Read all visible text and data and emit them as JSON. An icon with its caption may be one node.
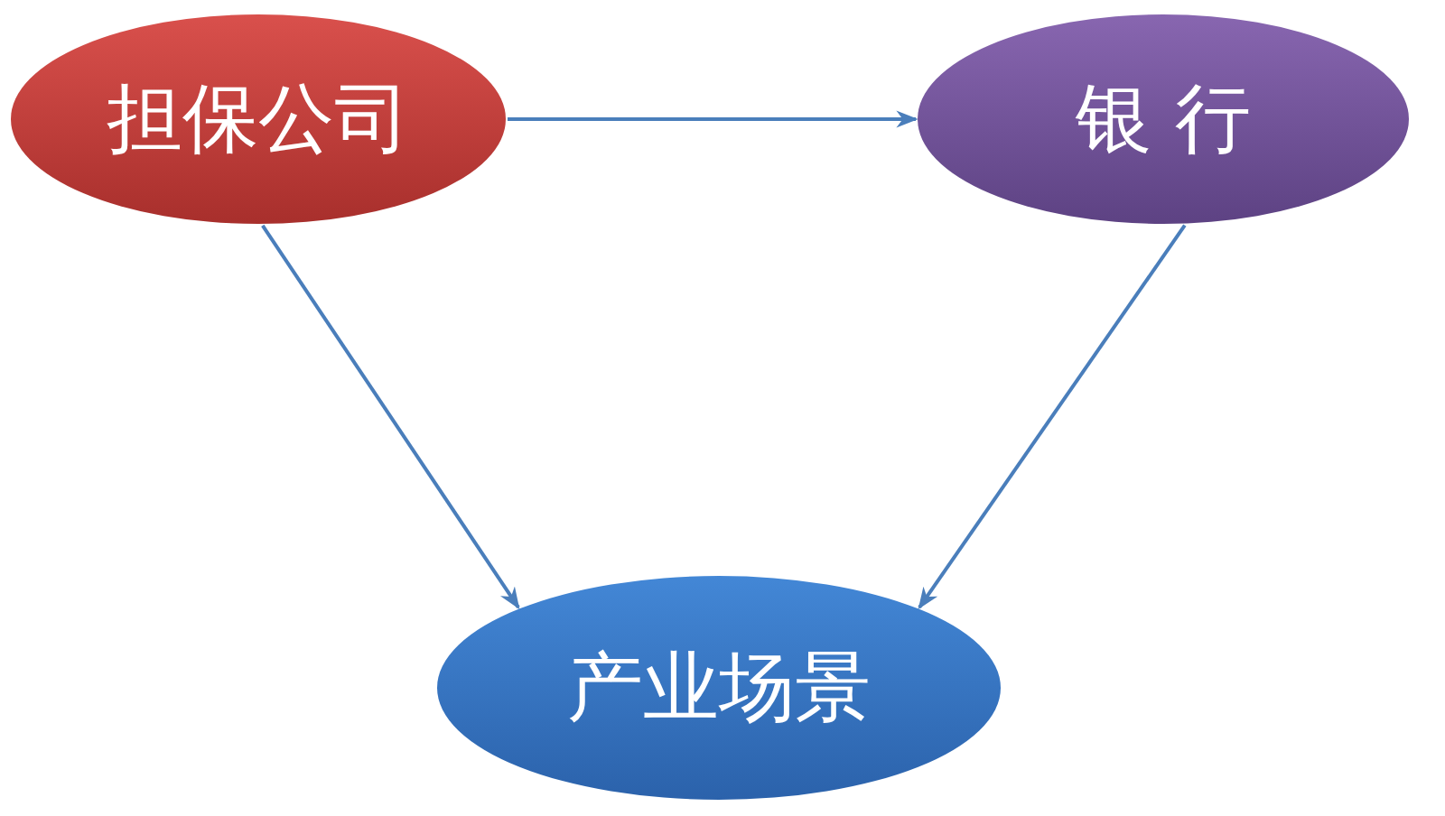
{
  "diagram": {
    "nodes": [
      {
        "text": [
          "担保公司"
        ]
      },
      {
        "text": [
          "银 行"
        ]
      },
      {
        "text": [
          "产业场景"
        ]
      }
    ],
    "edges": [
      {
        "from": 0,
        "to": 1,
        "arrow": "to"
      },
      {
        "from": 0,
        "to": 2,
        "arrow": "to"
      },
      {
        "from": 1,
        "to": 2,
        "arrow": "to"
      }
    ]
  }
}
